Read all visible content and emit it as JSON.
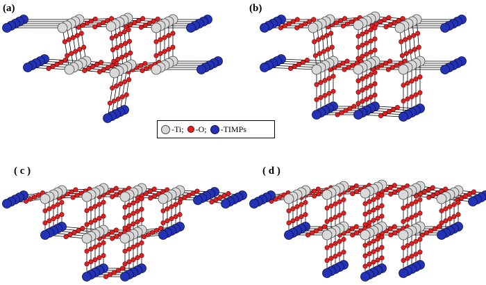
{
  "panels": [
    {
      "label": "(a)"
    },
    {
      "label": "(b)"
    },
    {
      "label": "( c )"
    },
    {
      "label": "( d )"
    }
  ],
  "legend": {
    "items": [
      {
        "text": "-Ti;",
        "color": "#d9d9d9",
        "icon": "ti-atom"
      },
      {
        "text": "-O;",
        "color": "#e02020",
        "icon": "o-atom"
      },
      {
        "text": "-TIMPs",
        "color": "#2432b8",
        "icon": "timp-atom"
      }
    ]
  }
}
